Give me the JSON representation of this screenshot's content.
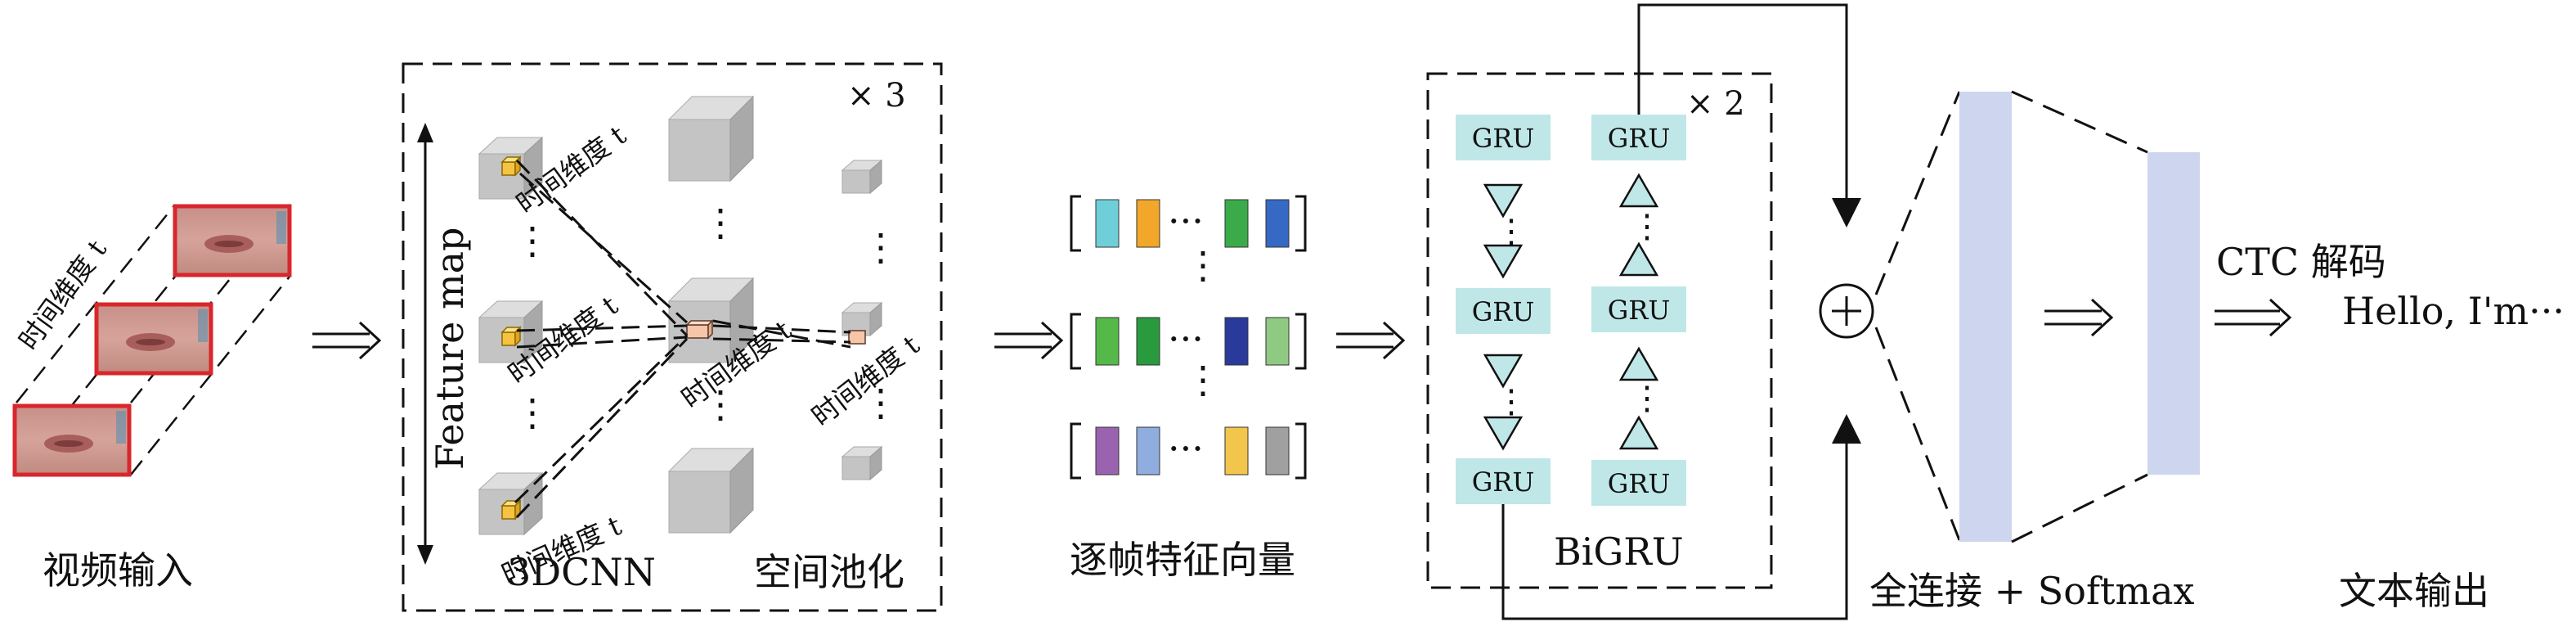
{
  "diagram": {
    "input_label": "视频输入",
    "time_dim_label": "时间维度 t",
    "feature_map_label": "Feature map",
    "repeat_3": "× 3",
    "repeat_2": "× 2",
    "cnn_label": "3DCNN",
    "pool_label": "空间池化",
    "vectors_label": "逐帧特征向量",
    "gru_label": "GRU",
    "bigru_label": "BiGRU",
    "fc_label": "全连接 + Softmax",
    "ctc_label": "CTC 解码",
    "output_text": "Hello, I'm···",
    "output_label": "文本输出",
    "ellipsis": "···",
    "vdots": "⋮",
    "plus": "+",
    "colors": {
      "frame_border": "#d9262c",
      "cube_gray": "#c8c8c8",
      "gru_fill": "#bfe7e8",
      "fc_fill": "#cdd6ee",
      "vector_rows": [
        [
          "#6fcfd8",
          "#f3a72a",
          "#3bab4a",
          "#3569c4"
        ],
        [
          "#54b948",
          "#2a9a3e",
          "#2a3a9a",
          "#8fca83"
        ],
        [
          "#9a63b0",
          "#8faedf",
          "#f2c64c",
          "#a0a0a0"
        ]
      ]
    }
  }
}
